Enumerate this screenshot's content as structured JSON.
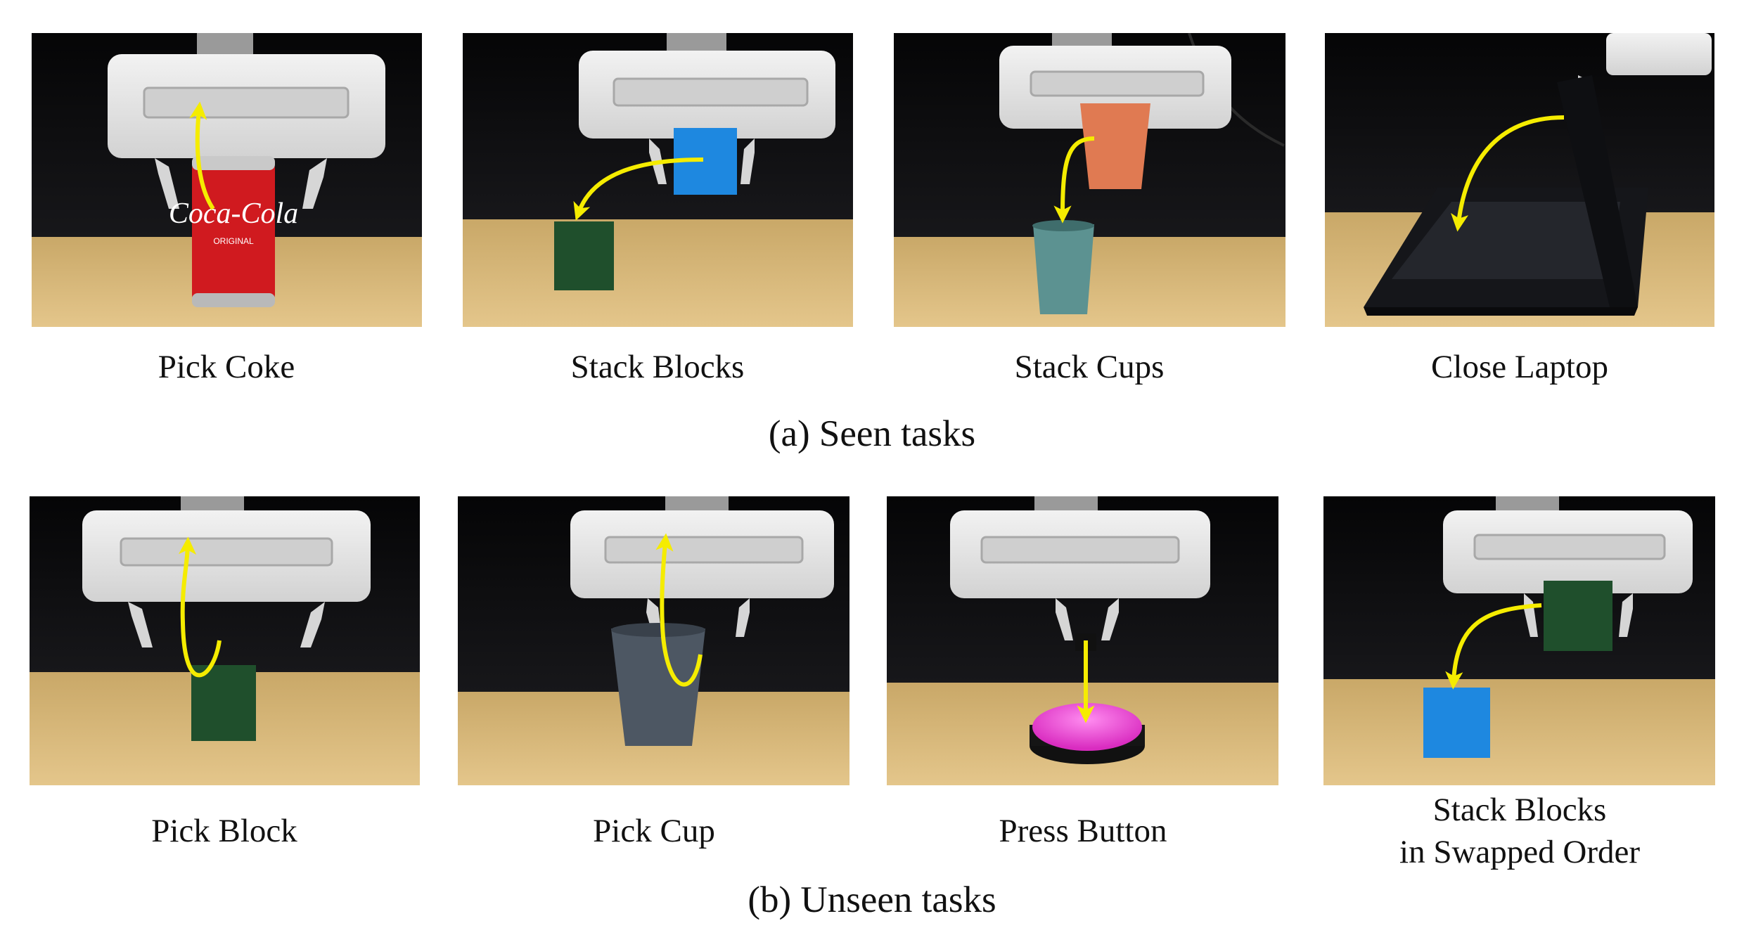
{
  "seen": {
    "caption": "(a) Seen tasks",
    "tasks": [
      {
        "label": "Pick Coke"
      },
      {
        "label": "Stack Blocks"
      },
      {
        "label": "Stack Cups"
      },
      {
        "label": "Close Laptop"
      }
    ]
  },
  "unseen": {
    "caption": "(b) Unseen tasks",
    "tasks": [
      {
        "label": "Pick Block"
      },
      {
        "label": "Pick Cup"
      },
      {
        "label": "Press Button"
      },
      {
        "label": "Stack Blocks",
        "label_line2": "in Swapped Order"
      }
    ]
  },
  "objects": {
    "can_logo": "Coca-Cola",
    "can_sub": "ORIGINAL"
  },
  "colors": {
    "trajectory_arrow": "#f5ec00",
    "backdrop": "#0b0b0d",
    "table": "#d9b878",
    "gripper": "#e6e6e6",
    "coke_red": "#d01a1f",
    "blue_block": "#1e88e0",
    "green_block": "#1f4f2c",
    "orange_cup": "#e07a52",
    "teal_cup": "#5c9291",
    "gray_cup": "#4d5763",
    "button_pink": "#e83bcf"
  },
  "icons": [
    "gripper-icon",
    "trajectory-arrow-icon"
  ]
}
